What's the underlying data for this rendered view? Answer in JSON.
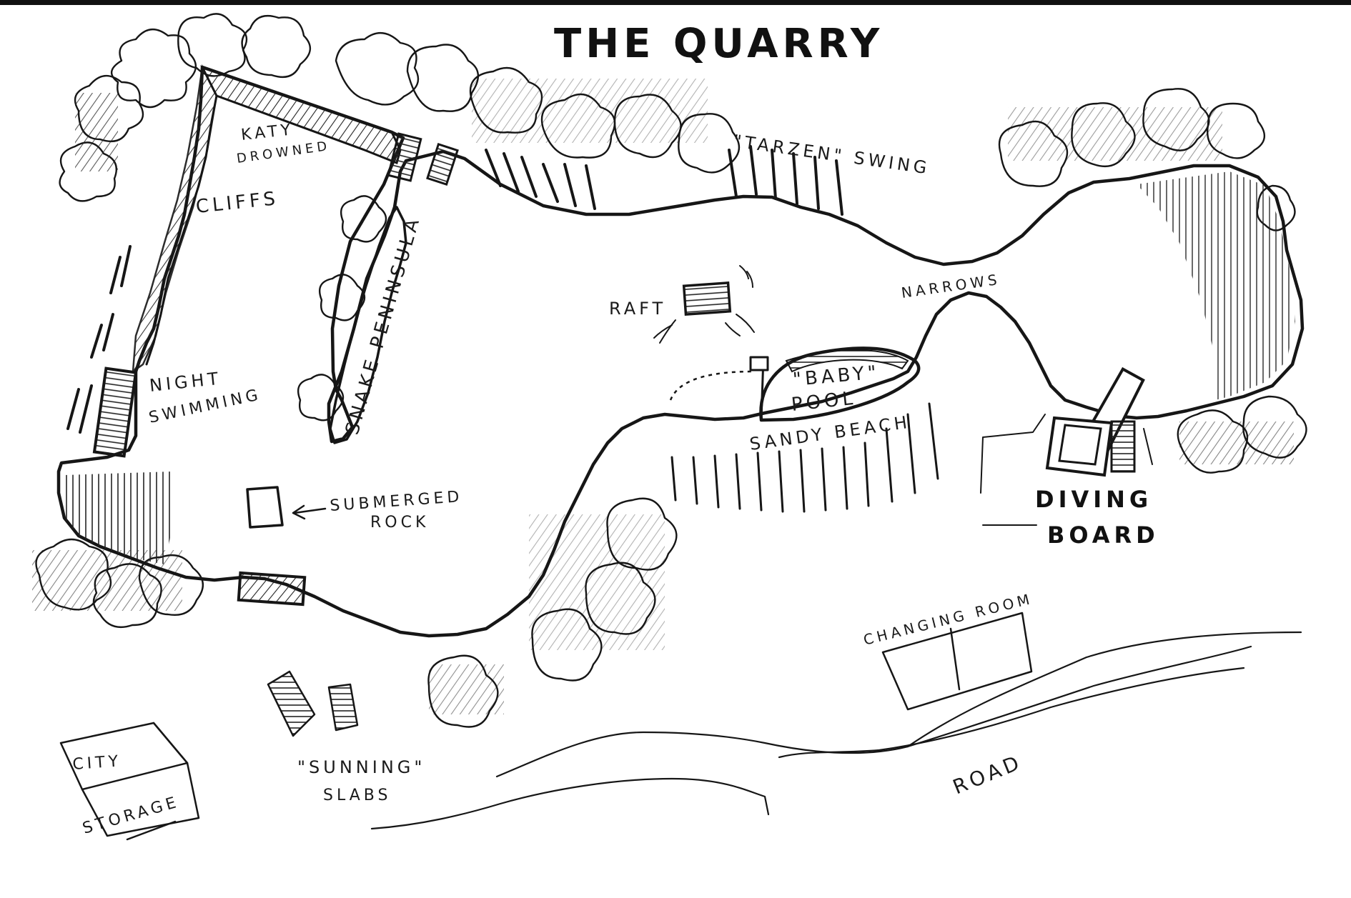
{
  "map": {
    "title": "THE QUARRY",
    "labels": {
      "katy_drowned_line1": "KATY",
      "katy_drowned_line2": "DROWNED",
      "cliffs": "CLIFFS",
      "tarzan_swing": "\"TARZEN\" SWING",
      "snake_peninsula": "SNAKE PENINSULA",
      "raft": "RAFT",
      "narrows": "NARROWS",
      "night_swimming_line1": "NIGHT",
      "night_swimming_line2": "SWIMMING",
      "baby_pool_line1": "\"BABY\"",
      "baby_pool_line2": "POOL",
      "sandy_beach": "SANDY BEACH",
      "submerged_rock_line1": "SUBMERGED",
      "submerged_rock_line2": "ROCK",
      "diving_board_line1": "DIVING",
      "diving_board_line2": "BOARD",
      "changing_room": "CHANGING ROOM",
      "road": "ROAD",
      "sunning_slabs_line1": "\"SUNNING\"",
      "sunning_slabs_line2": "SLABS",
      "city_storage_line1": "CITY",
      "city_storage_line2": "STORAGE"
    },
    "ink_color": "#161616",
    "paper_color": "#ffffff"
  }
}
